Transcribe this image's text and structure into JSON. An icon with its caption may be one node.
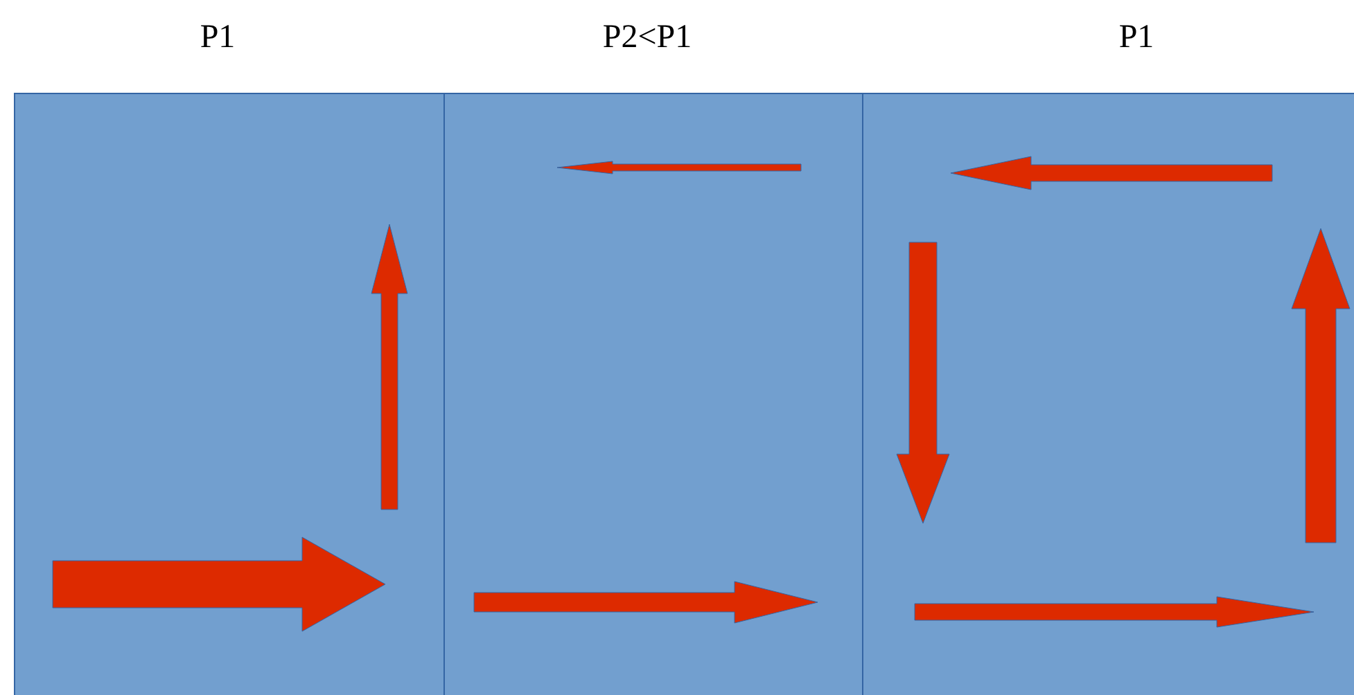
{
  "diagram": {
    "nodes": [
      {
        "text": [
          "P1"
        ]
      },
      {
        "text": [
          "P2<P1"
        ]
      },
      {
        "text": [
          "P1"
        ]
      }
    ]
  }
}
